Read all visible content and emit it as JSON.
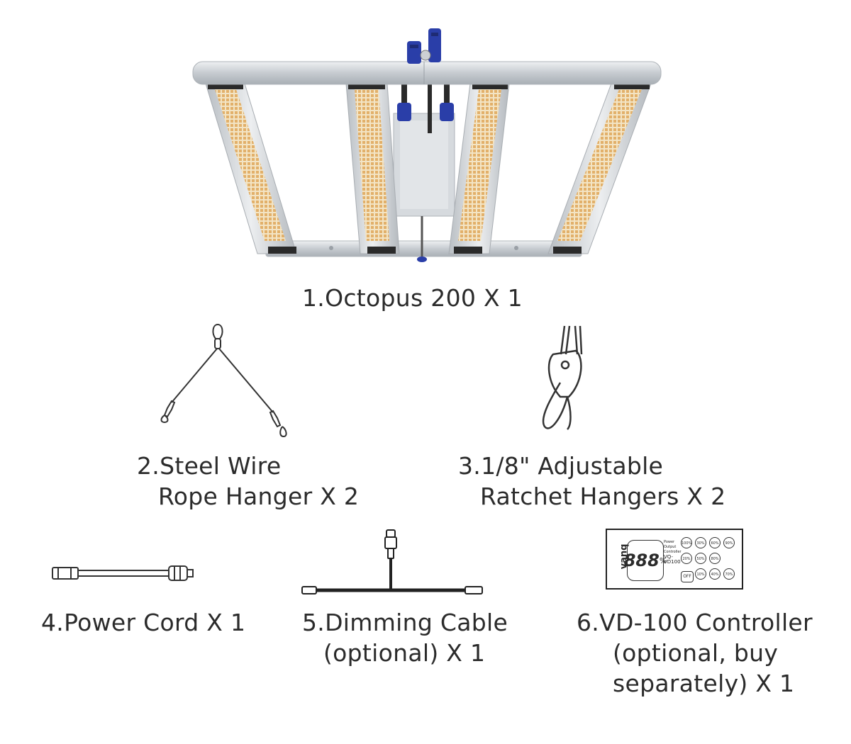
{
  "items": [
    {
      "lines": [
        "1.Octopus 200 X 1"
      ],
      "icon": "grow-light-fixture-icon"
    },
    {
      "lines": [
        "2.Steel Wire",
        "Rope Hanger X 2"
      ],
      "icon": "steel-wire-rope-hanger-icon"
    },
    {
      "lines": [
        "3.1/8\" Adjustable",
        "Ratchet Hangers X 2"
      ],
      "icon": "ratchet-hanger-icon"
    },
    {
      "lines": [
        "4.Power Cord X 1"
      ],
      "icon": "power-cord-icon"
    },
    {
      "lines": [
        "5.Dimming Cable",
        "(optional) X 1"
      ],
      "icon": "dimming-cable-icon"
    },
    {
      "lines": [
        "6.VD-100 Controller",
        "(optional, buy",
        "separately) X 1"
      ],
      "icon": "controller-icon"
    }
  ],
  "controller_panel": {
    "brand": "vanq",
    "display": "888",
    "percent": "%",
    "model_text": "Power Output Controller",
    "model_id": "VQ-VD100",
    "off_label": "OFF",
    "buttons": [
      "100%",
      "30%",
      "60%",
      "90%",
      "20%",
      "50%",
      "80%",
      "10%",
      "40%",
      "70%"
    ]
  },
  "colors": {
    "text": "#2b2b2b",
    "frame": "#c9cdd2",
    "led": "#e2b06a",
    "connector_blue": "#2a3ea8"
  }
}
